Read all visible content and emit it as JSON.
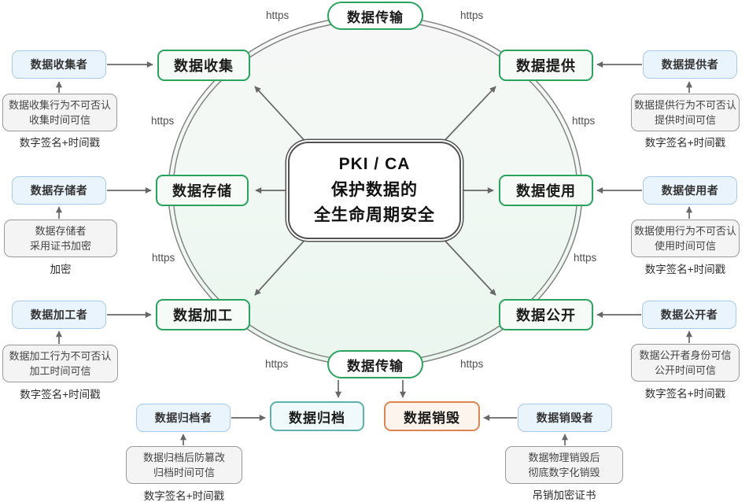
{
  "labels": {
    "https": "https"
  },
  "colors": {
    "green_border": "#29a35e",
    "green_fill": "#f7fbf8",
    "blue_border": "#a9c9e9",
    "blue_fill": "#eaf4fd",
    "teal_border": "#5eb1ad",
    "teal_fill": "#f0fafa",
    "orange_border": "#dd8551",
    "orange_fill": "#fdf4ed",
    "note_fill": "#f4f4f4",
    "note_border": "#999999",
    "ring_stroke": "#7e7e7e",
    "arrow": "#676767",
    "ring_fill_top": "#f6f7f6",
    "ring_fill_bottom": "#e9f6ee"
  },
  "center": {
    "lines": [
      "PKI / CA",
      "保护数据的",
      "全生命周期安全"
    ]
  },
  "transmission": {
    "top": "数据传输",
    "bottom": "数据传输"
  },
  "stages": {
    "collect": {
      "node": "数据收集",
      "actor": "数据收集者",
      "note": [
        "数据收集行为不可否认",
        "收集时间可信"
      ],
      "caption": "数字签名+时间戳"
    },
    "provide": {
      "node": "数据提供",
      "actor": "数据提供者",
      "note": [
        "数据提供行为不可否认",
        "提供时间可信"
      ],
      "caption": "数字签名+时间戳"
    },
    "store": {
      "node": "数据存储",
      "actor": "数据存储者",
      "note": [
        "数据存储者",
        "采用证书加密"
      ],
      "caption": "加密"
    },
    "use": {
      "node": "数据使用",
      "actor": "数据使用者",
      "note": [
        "数据使用行为不可否认",
        "使用时间可信"
      ],
      "caption": "数字签名+时间戳"
    },
    "process": {
      "node": "数据加工",
      "actor": "数据加工者",
      "note": [
        "数据加工行为不可否认",
        "加工时间可信"
      ],
      "caption": "数字签名+时间戳"
    },
    "publish": {
      "node": "数据公开",
      "actor": "数据公开者",
      "note": [
        "数据公开者身份可信",
        "公开时间可信"
      ],
      "caption": "数字签名+时间戳"
    },
    "archive": {
      "node": "数据归档",
      "actor": "数据归档者",
      "note": [
        "数据归档后防篡改",
        "归档时间可信"
      ],
      "caption": "数字签名+时间戳"
    },
    "destroy": {
      "node": "数据销毁",
      "actor": "数据销毁者",
      "note": [
        "数据物理销毁后",
        "彻底数字化销毁"
      ],
      "caption": "吊销加密证书"
    }
  }
}
